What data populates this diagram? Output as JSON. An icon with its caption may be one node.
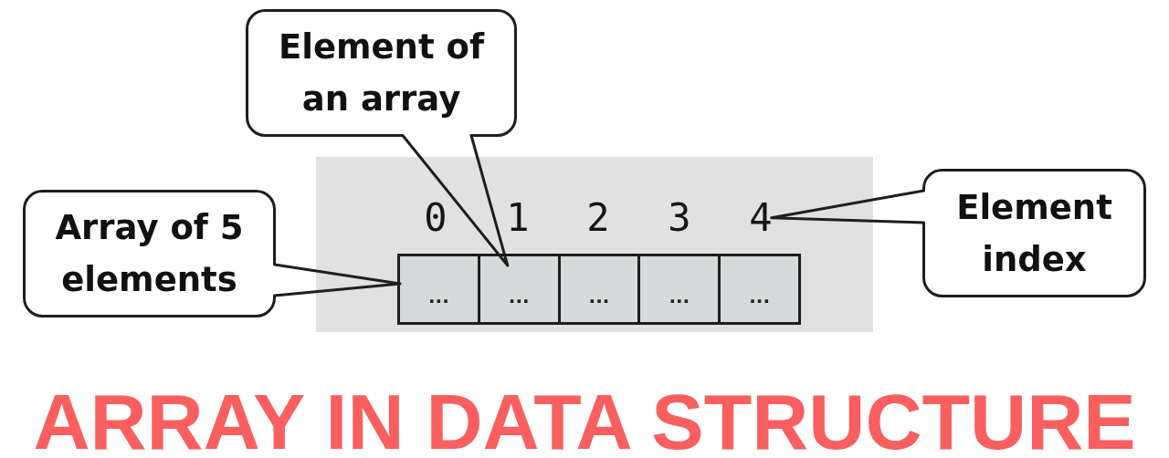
{
  "diagram": {
    "title": "ARRAY IN DATA STRUCTURE",
    "nodes": [
      {
        "text": [
          "Element of an array"
        ]
      },
      {
        "text": [
          "Array of 5 elements"
        ]
      },
      {
        "text": [
          "0"
        ]
      },
      {
        "text": [
          "1"
        ]
      },
      {
        "text": [
          "2"
        ]
      },
      {
        "text": [
          "3"
        ]
      },
      {
        "text": [
          "4"
        ]
      },
      {
        "text": [
          "Element index"
        ]
      },
      {
        "text": [],
        "shape": "box"
      },
      {
        "text": [
          "..."
        ],
        "in": 8
      },
      {
        "text": [
          "..."
        ],
        "in": 8
      },
      {
        "text": [
          "..."
        ],
        "in": 8
      },
      {
        "text": [
          "..."
        ],
        "in": 8
      },
      {
        "text": [
          "..."
        ],
        "in": 8
      }
    ],
    "edges": [
      {
        "from": 0,
        "to": 10,
        "arrow": "none"
      },
      {
        "from": 1,
        "to": 8,
        "arrow": "none"
      },
      {
        "from": 7,
        "to": 6,
        "arrow": "none"
      }
    ]
  }
}
